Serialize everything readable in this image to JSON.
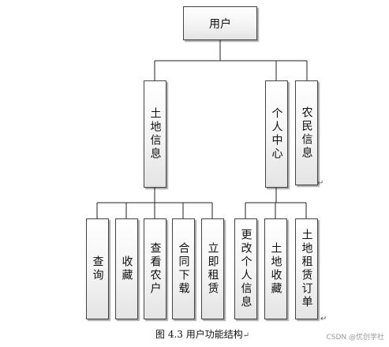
{
  "diagram": {
    "root": {
      "label": "用户"
    },
    "level1": [
      {
        "label": "土地信息"
      },
      {
        "label": "个人中心"
      },
      {
        "label": "农民信息"
      }
    ],
    "land_info_children": [
      {
        "label": "查询"
      },
      {
        "label": "收藏"
      },
      {
        "label": "查看农户"
      },
      {
        "label": "合同下载"
      },
      {
        "label": "立即租赁"
      }
    ],
    "personal_center_children": [
      {
        "label": "更改个人信息"
      },
      {
        "label": "土地收藏"
      },
      {
        "label": "土地租赁订单"
      }
    ],
    "caption": "图 4.3  用户功能结构",
    "watermark": "CSDN @优创学社"
  }
}
